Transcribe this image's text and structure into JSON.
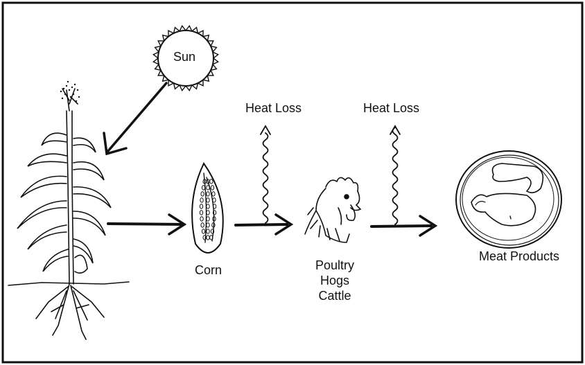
{
  "labels": {
    "sun": "Sun",
    "heat_loss_1": "Heat Loss",
    "heat_loss_2": "Heat Loss",
    "corn": "Corn",
    "animals": [
      "Poultry",
      "Hogs",
      "Cattle"
    ],
    "meat": "Meat Products"
  }
}
